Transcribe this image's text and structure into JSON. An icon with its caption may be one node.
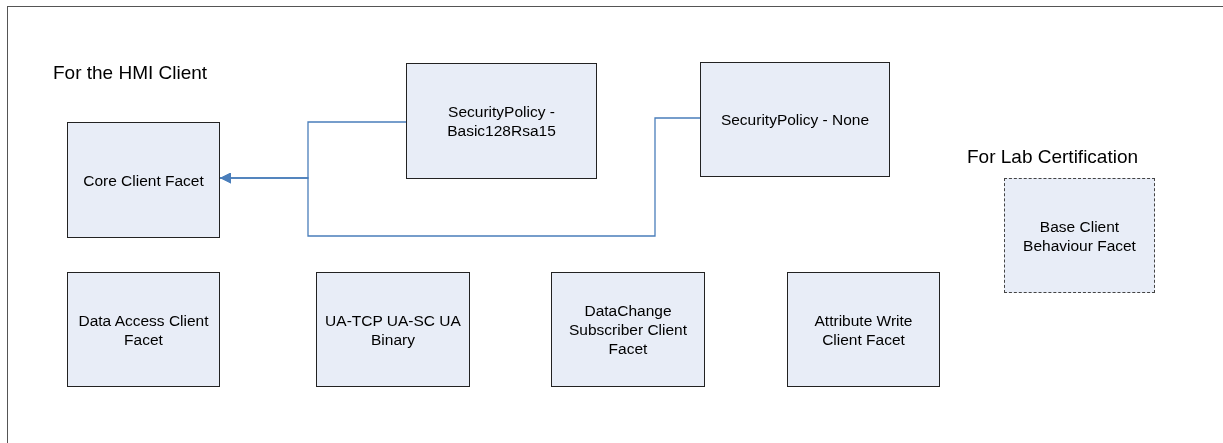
{
  "diagram": {
    "nodes": [
      {
        "text": [
          "Core Client Facet"
        ]
      },
      {
        "text": [
          "SecurityPolicy - Basic128Rsa15"
        ]
      },
      {
        "text": [
          "SecurityPolicy - None"
        ]
      },
      {
        "text": [
          "Base Client Behaviour Facet"
        ]
      },
      {
        "text": [
          "Data Access Client Facet"
        ]
      },
      {
        "text": [
          "UA-TCP UA-SC UA Binary"
        ]
      },
      {
        "text": [
          "DataChange Subscriber Client Facet"
        ]
      },
      {
        "text": [
          "Attribute Write Client Facet"
        ]
      }
    ],
    "edges": [
      {
        "from": 1,
        "to": 0,
        "arrow": "to"
      },
      {
        "from": 2,
        "to": 0,
        "arrow": "to"
      }
    ],
    "labels": [
      "For the HMI Client",
      "For Lab Certification"
    ]
  }
}
